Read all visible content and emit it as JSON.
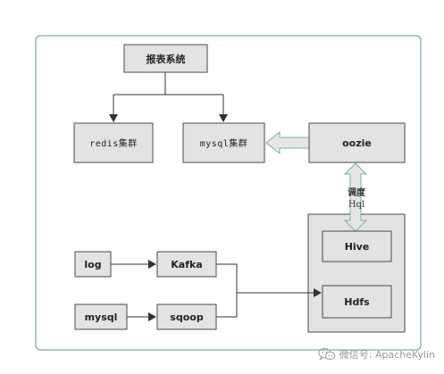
{
  "diagram": {
    "nodes": {
      "report_system": "报表系统",
      "redis_cluster": "redis集群",
      "mysql_cluster": "mysql集群",
      "oozie": "oozie",
      "log": "log",
      "kafka": "Kafka",
      "mysql": "mysql",
      "sqoop": "sqoop",
      "hive": "Hive",
      "hdfs": "Hdfs"
    },
    "links": {
      "schedule": "调度",
      "hql": "Hql"
    }
  },
  "watermark": {
    "text": "微信号: ApacheKylin",
    "icon": "wechat-icon"
  },
  "colors": {
    "node_fill": "#e3e3e3",
    "node_stroke": "#4a4a4a",
    "frame_stroke": "#5c9a83",
    "arrow": "#333333",
    "hollow_arrow_fill": "#e6e6e6",
    "hollow_arrow_stroke": "#6fb59c"
  }
}
